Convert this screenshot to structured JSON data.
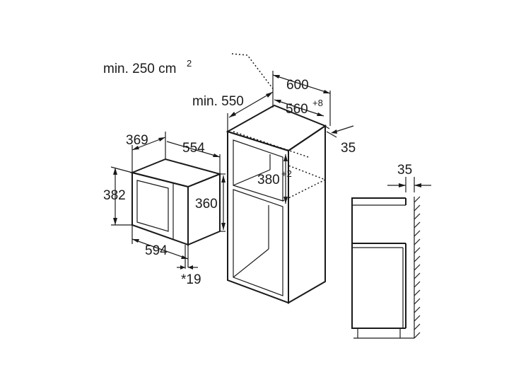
{
  "ventilation": {
    "label": "min. 250 cm",
    "exponent": "2"
  },
  "microwave": {
    "depth": "369",
    "width_top": "554",
    "height": "382",
    "inner_height": "360",
    "width_front": "594",
    "offset": "*19"
  },
  "cabinet": {
    "width": "600",
    "min_depth": "min. 550",
    "niche_width": "560",
    "niche_width_tolerance": "+8",
    "back_gap": "35",
    "niche_height": "380",
    "niche_height_tolerance": "+2"
  },
  "side_view": {
    "gap": "35"
  }
}
